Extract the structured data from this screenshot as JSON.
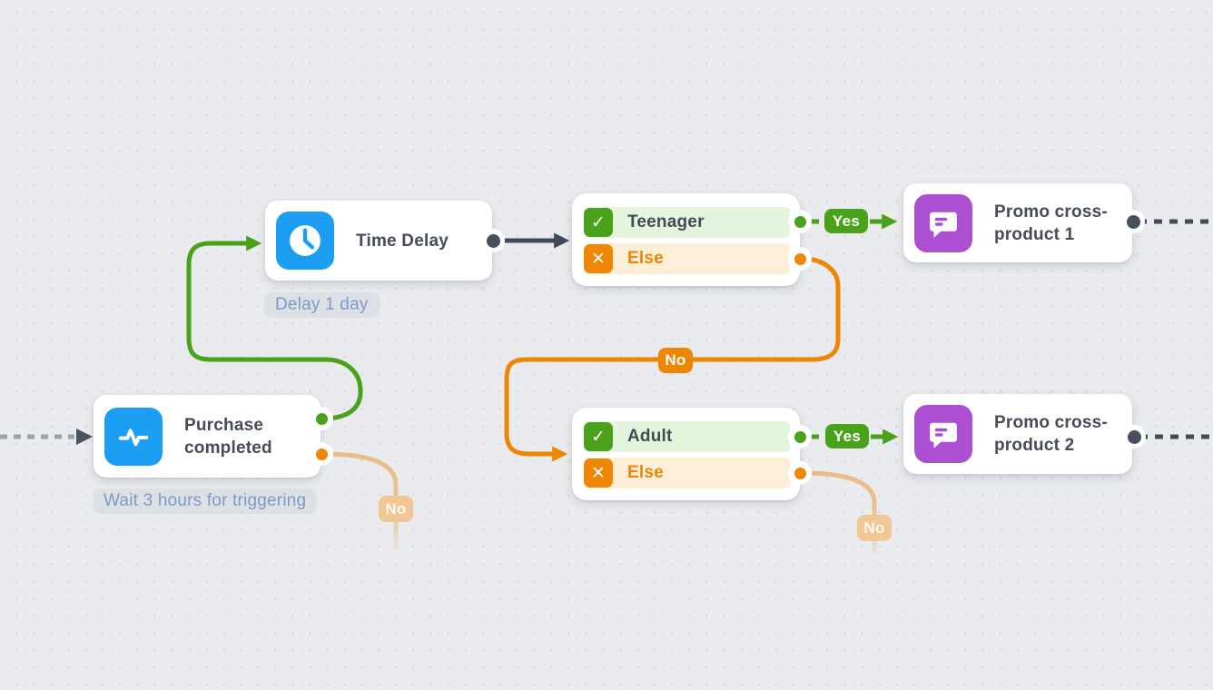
{
  "glyphs": {
    "check": "✓",
    "x": "✕"
  },
  "colors": {
    "canvas_bg": "#e9ebee",
    "grid_dot": "#d7dade",
    "node_bg": "#ffffff",
    "title_text": "#454c57",
    "icon_blue": "#1c9ff2",
    "icon_purple": "#ad4fd2",
    "green": "#4aa21b",
    "green_row_bg": "#e4f4dd",
    "orange": "#ef8604",
    "orange_row_bg": "#fdeed8",
    "slate_connector": "#414b5a",
    "gray_dash": "#9aa2ad",
    "sublabel_text": "#7d9ac5",
    "faded_badge_bg": "#f1c796",
    "faded_line": "#e9ba80"
  },
  "nodes": {
    "purchase": {
      "title": "Purchase completed",
      "sublabel": "Wait 3 hours for triggering"
    },
    "time_delay": {
      "title": "Time Delay",
      "sublabel": "Delay 1 day"
    },
    "condition_1": {
      "rows": [
        {
          "label": "Teenager"
        },
        {
          "label": "Else"
        }
      ]
    },
    "condition_2": {
      "rows": [
        {
          "label": "Adult"
        },
        {
          "label": "Else"
        }
      ]
    },
    "promo_1": {
      "title": "Promo cross-product 1"
    },
    "promo_2": {
      "title": "Promo cross-product 2"
    }
  },
  "badges": {
    "yes_1": "Yes",
    "yes_2": "Yes",
    "no_mid": "No",
    "no_faded_left": "No",
    "no_faded_bottom": "No"
  }
}
